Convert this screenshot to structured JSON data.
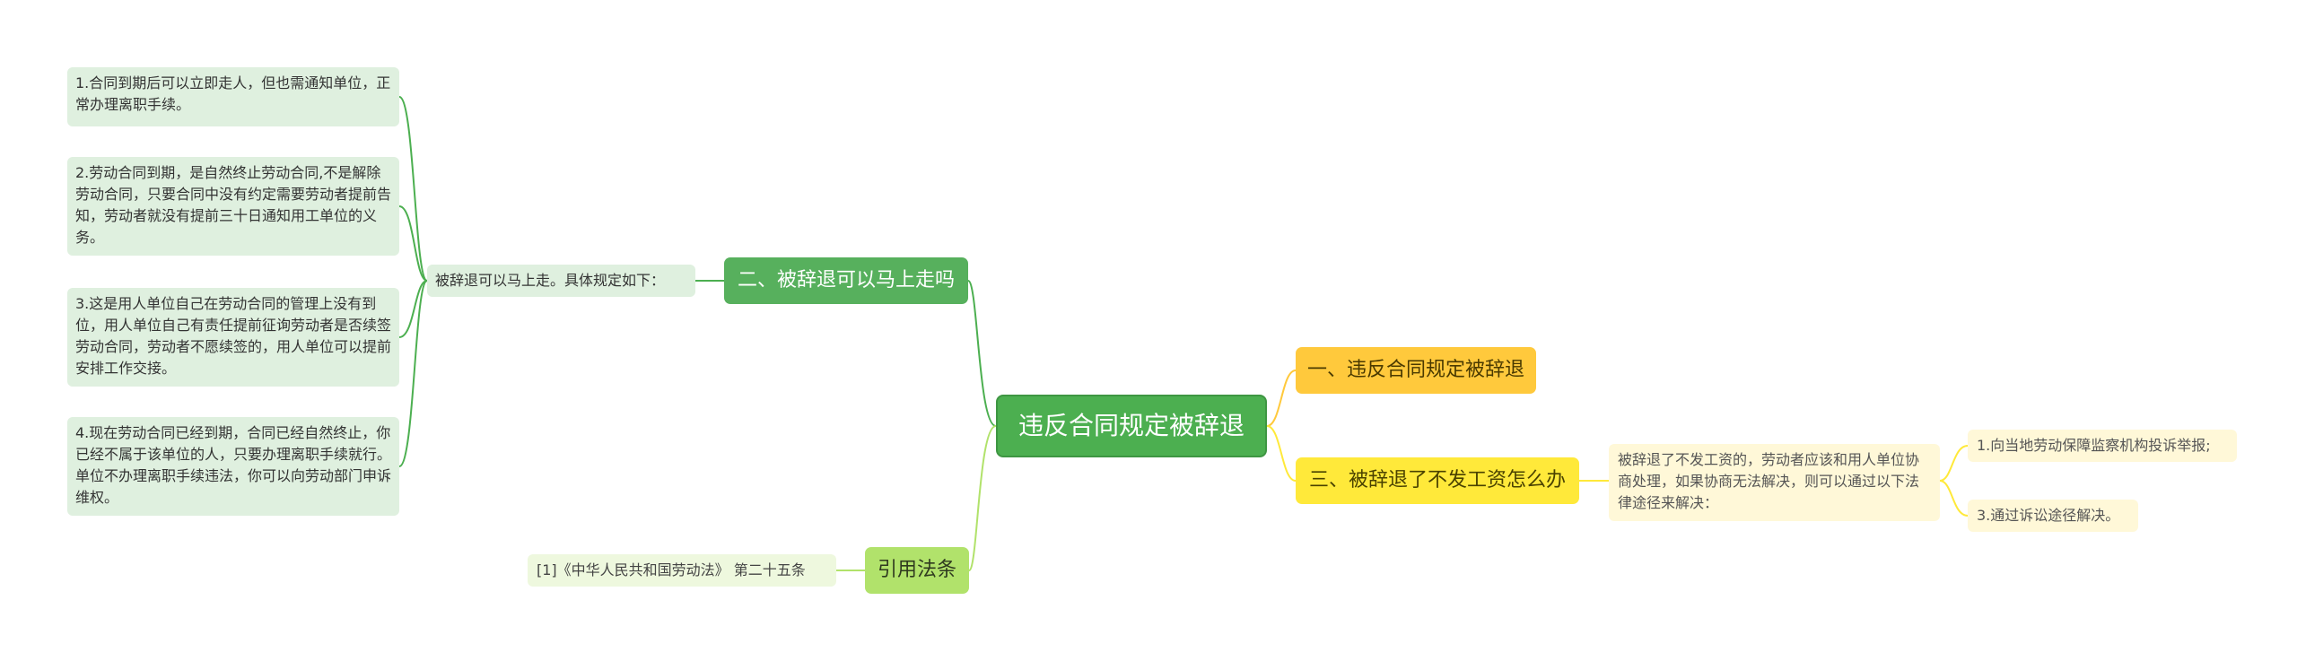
{
  "root": {
    "label": "违反合同规定被辞退"
  },
  "left_branches": {
    "b2": {
      "label": "二、被辞退可以马上走吗",
      "intro": "被辞退可以马上走。具体规定如下：",
      "items": [
        "1.合同到期后可以立即走人，但也需通知单位，正常办理离职手续。",
        "2.劳动合同到期，是自然终止劳动合同,不是解除劳动合同，只要合同中没有约定需要劳动者提前告知，劳动者就没有提前三十日通知用工单位的义务。",
        "3.这是用人单位自己在劳动合同的管理上没有到位，用人单位自己有责任提前征询劳动者是否续签劳动合同，劳动者不愿续签的，用人单位可以提前安排工作交接。",
        "4.现在劳动合同已经到期，合同已经自然终止，你已经不属于该单位的人，只要办理离职手续就行。单位不办理离职手续违法，你可以向劳动部门申诉维权。"
      ]
    },
    "ref": {
      "label": "引用法条",
      "citation": "[1]《中华人民共和国劳动法》 第二十五条"
    }
  },
  "right_branches": {
    "b1": {
      "label": "一、违反合同规定被辞退"
    },
    "b3": {
      "label": "三、被辞退了不发工资怎么办",
      "intro": "被辞退了不发工资的，劳动者应该和用人单位协商处理，如果协商无法解决，则可以通过以下法律途径来解决：",
      "items": [
        "1.向当地劳动保障监察机构投诉举报;",
        "3.通过诉讼途径解决。"
      ]
    }
  },
  "colors": {
    "root": "#4caf50",
    "green": "#57b05d",
    "lime": "#b1e26b",
    "orange": "#ffc93c",
    "yellow": "#ffe93a",
    "green_line": "#4caf50",
    "lime_line": "#b1e26b",
    "orange_line": "#ffc93c",
    "yellow_line": "#ffe93a"
  }
}
